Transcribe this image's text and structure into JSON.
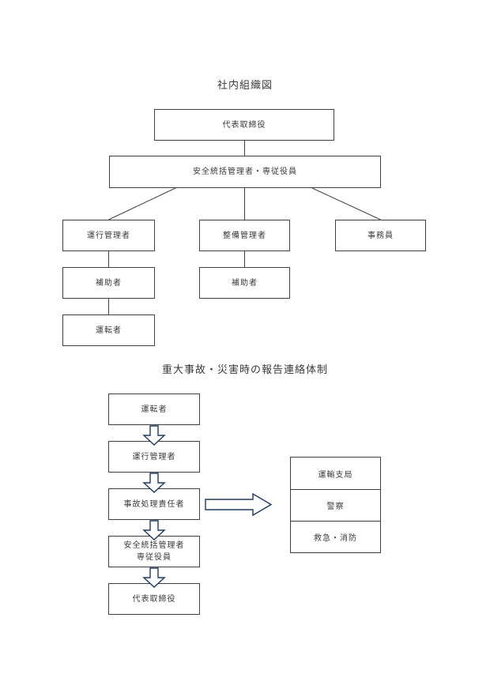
{
  "colors": {
    "background": "#ffffff",
    "box_border": "#404040",
    "connector_line": "#404040",
    "arrow_outline": "#1f3864",
    "arrow_fill": "#ffffff",
    "text": "#3a3a3a"
  },
  "org_chart": {
    "title": "社内組織図",
    "boxes": [
      {
        "label": "代表取締役"
      },
      {
        "label": "安全統括管理者・専従役員"
      },
      {
        "label": "運行管理者"
      },
      {
        "label": "整備管理者"
      },
      {
        "label": "事務員"
      },
      {
        "label": "補助者"
      },
      {
        "label": "補助者"
      },
      {
        "label": "運転者"
      }
    ]
  },
  "report_chart": {
    "title": "重大事故・災害時の報告連絡体制",
    "chain": [
      {
        "label": "運転者"
      },
      {
        "label": "運行管理者"
      },
      {
        "label": "事故処理責任者"
      },
      {
        "label": "安全統括管理者",
        "label2": "専従役員"
      },
      {
        "label": "代表取締役"
      }
    ],
    "contacts": [
      {
        "label": "運輸支局"
      },
      {
        "label": "警察"
      },
      {
        "label": "救急・消防"
      }
    ]
  }
}
